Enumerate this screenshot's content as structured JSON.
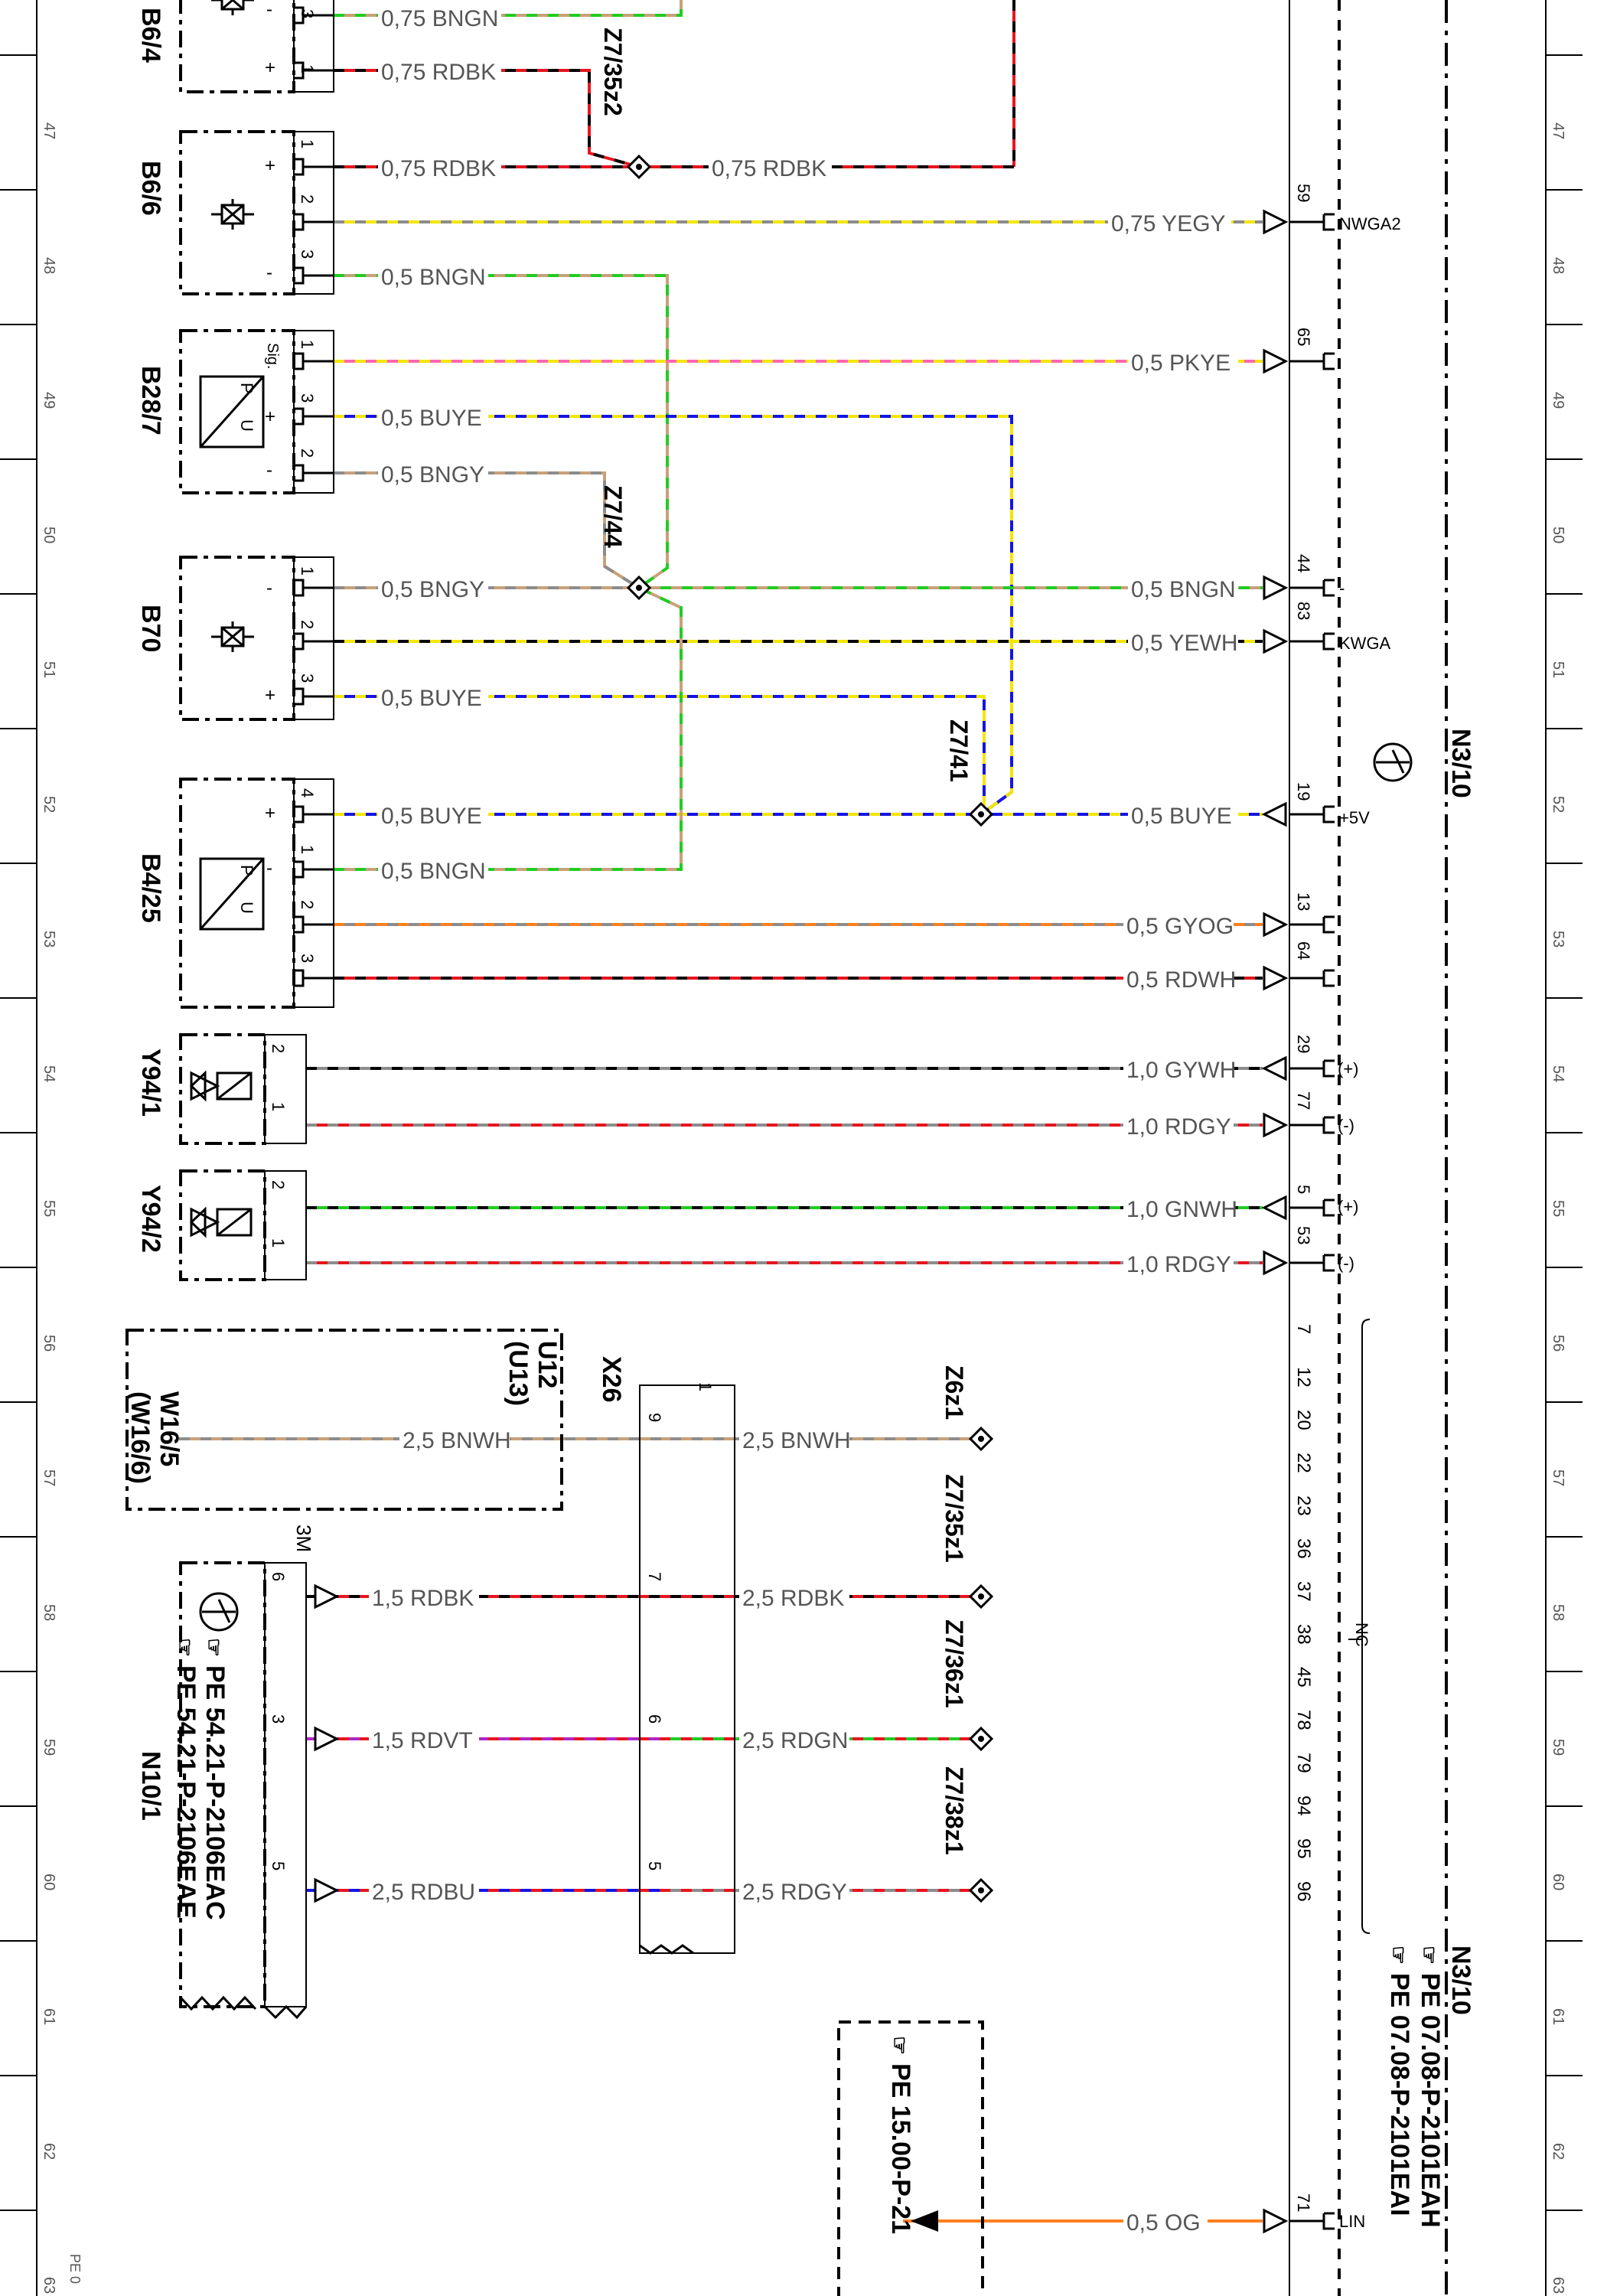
{
  "ruler_numbers": [
    "47",
    "48",
    "49",
    "50",
    "51",
    "52",
    "53",
    "54",
    "55",
    "56",
    "57",
    "58",
    "59",
    "60",
    "61",
    "62",
    "63"
  ],
  "footer_code": "PE 0",
  "colors": {
    "BN": "#c8a17a",
    "RD": "#e8141e",
    "BK": "#000000",
    "YE": "#f3e600",
    "GY": "#8c8c8c",
    "PK": "#ff66b3",
    "BU": "#1414e6",
    "GN": "#22cc22",
    "OG": "#ff7f1e",
    "WH": "#ffffff",
    "VT": "#b026c8"
  },
  "components": [
    {
      "id": "b64",
      "label": "B6/4"
    },
    {
      "id": "b66",
      "label": "B6/6"
    },
    {
      "id": "b287",
      "label": "B28/7"
    },
    {
      "id": "b70",
      "label": "B70"
    },
    {
      "id": "b425",
      "label": "B4/25"
    },
    {
      "id": "y941",
      "label": "Y94/1"
    },
    {
      "id": "y942",
      "label": "Y94/2"
    },
    {
      "id": "n101",
      "label": "N10/1"
    },
    {
      "id": "u12",
      "label": "U12"
    },
    {
      "id": "u13",
      "label": "(U13)"
    },
    {
      "id": "w165",
      "label": "W16/5"
    },
    {
      "id": "w166",
      "label": "(W16/6)"
    },
    {
      "id": "x26",
      "label": "X26"
    },
    {
      "id": "n310",
      "label": "N3/10"
    },
    {
      "id": "n310b",
      "label": "N3/10"
    }
  ],
  "refs": {
    "n101_a": "PE 54.21-P-2106EAC",
    "n101_b": "PE 54.21-P-2106EAE",
    "n310_a": "PE 07.08-P-2101EAH",
    "n310_b": "PE 07.08-P-2101EAI",
    "box": "PE 15.00-P-21"
  },
  "splices": [
    {
      "id": "z7_35z2",
      "label": "Z7/35z2"
    },
    {
      "id": "z7_44",
      "label": "Z7/44"
    },
    {
      "id": "z7_41",
      "label": "Z7/41"
    },
    {
      "id": "z6z1",
      "label": "Z6z1"
    },
    {
      "id": "z7_35z1",
      "label": "Z7/35z1"
    },
    {
      "id": "z7_36z1",
      "label": "Z7/36z1"
    },
    {
      "id": "z7_38z1",
      "label": "Z7/38z1"
    }
  ],
  "wires": [
    {
      "id": "w1",
      "label": "0,75 BNGN",
      "colors": [
        "BN",
        "GN"
      ]
    },
    {
      "id": "w2",
      "label": "0,75 RDBK",
      "colors": [
        "RD",
        "BK"
      ]
    },
    {
      "id": "w3",
      "label": "0,75 RDBK",
      "colors": [
        "RD",
        "BK"
      ]
    },
    {
      "id": "w3b",
      "label": "0,75 RDBK",
      "colors": [
        "RD",
        "BK"
      ]
    },
    {
      "id": "w4",
      "label": "0,75 YEGY",
      "colors": [
        "YE",
        "GY"
      ]
    },
    {
      "id": "w5",
      "label": "0,5 BNGN",
      "colors": [
        "BN",
        "GN"
      ]
    },
    {
      "id": "w6",
      "label": "0,5 PKYE",
      "colors": [
        "PK",
        "YE"
      ]
    },
    {
      "id": "w7",
      "label": "0,5 BUYE",
      "colors": [
        "BU",
        "YE"
      ]
    },
    {
      "id": "w8",
      "label": "0,5 BNGY",
      "colors": [
        "BN",
        "GY"
      ]
    },
    {
      "id": "w9",
      "label": "0,5 BNGY",
      "colors": [
        "BN",
        "GY"
      ]
    },
    {
      "id": "w9b",
      "label": "0,5 BNGN",
      "colors": [
        "BN",
        "GN"
      ]
    },
    {
      "id": "w10",
      "label": "0,5 YEWH",
      "colors": [
        "YE",
        "BK"
      ]
    },
    {
      "id": "w11",
      "label": "0,5 BUYE",
      "colors": [
        "BU",
        "YE"
      ]
    },
    {
      "id": "w12",
      "label": "0,5 BUYE",
      "colors": [
        "BU",
        "YE"
      ]
    },
    {
      "id": "w12b",
      "label": "0,5 BUYE",
      "colors": [
        "BU",
        "YE"
      ]
    },
    {
      "id": "w13",
      "label": "0,5 BNGN",
      "colors": [
        "BN",
        "GN"
      ]
    },
    {
      "id": "w14",
      "label": "0,5 GYOG",
      "colors": [
        "GY",
        "OG"
      ]
    },
    {
      "id": "w15",
      "label": "0,5 RDWH",
      "colors": [
        "RD",
        "BK"
      ]
    },
    {
      "id": "w16",
      "label": "1,0 GYWH",
      "colors": [
        "GY",
        "BK"
      ]
    },
    {
      "id": "w17",
      "label": "1,0 RDGY",
      "colors": [
        "RD",
        "GY"
      ]
    },
    {
      "id": "w18",
      "label": "1,0 GNWH",
      "colors": [
        "GN",
        "BK"
      ]
    },
    {
      "id": "w19",
      "label": "1,0 RDGY",
      "colors": [
        "RD",
        "GY"
      ]
    },
    {
      "id": "w20",
      "label": "2,5 BNWH",
      "colors": [
        "BN",
        "GY"
      ]
    },
    {
      "id": "w21",
      "label": "2,5 BNWH",
      "colors": [
        "BN",
        "GY"
      ]
    },
    {
      "id": "w22",
      "label": "1,5 RDBK",
      "colors": [
        "RD",
        "BK"
      ]
    },
    {
      "id": "w23",
      "label": "2,5 RDBK",
      "colors": [
        "RD",
        "BK"
      ]
    },
    {
      "id": "w24",
      "label": "1,5 RDVT",
      "colors": [
        "RD",
        "VT"
      ]
    },
    {
      "id": "w25",
      "label": "2,5 RDGN",
      "colors": [
        "RD",
        "GN"
      ]
    },
    {
      "id": "w26",
      "label": "2,5 RDBU",
      "colors": [
        "RD",
        "BU"
      ]
    },
    {
      "id": "w27",
      "label": "2,5 RDGY",
      "colors": [
        "RD",
        "GY"
      ]
    },
    {
      "id": "w28",
      "label": "0,5 OG",
      "colors": [
        "OG",
        "OG"
      ]
    }
  ],
  "pins": {
    "b64_3": "3",
    "b64_1": "1",
    "b66_1": "1",
    "b66_2": "2",
    "b66_3": "3",
    "b287_1": "1",
    "b287_3": "3",
    "b287_2": "2",
    "b70_1": "1",
    "b70_2": "2",
    "b70_3": "3",
    "b425_4": "4",
    "b425_1": "1",
    "b425_2": "2",
    "b425_3": "3",
    "y941_2": "2",
    "y941_1": "1",
    "y942_2": "2",
    "y942_1": "1",
    "n101_6": "6",
    "n101_3": "3",
    "n101_5": "5",
    "x26_9": "9",
    "x26_7": "7",
    "x26_6": "6",
    "x26_5": "5",
    "x26_1": "1",
    "n_59": "59",
    "n_65": "65",
    "n_44": "44",
    "n_83": "83",
    "n_19": "19",
    "n_13": "13",
    "n_64": "64",
    "n_29": "29",
    "n_77": "77",
    "n_5": "5",
    "n_53": "53",
    "n_71": "71"
  },
  "polarity": {
    "b64_minus": "-",
    "b64_plus": "+",
    "b66_plus": "+",
    "b66_mid": "2",
    "b66_minus": "-",
    "b287_sig": "Sig.",
    "b287_plus": "+",
    "b287_minus": "-",
    "b70_minus": "-",
    "b70_plus": "+",
    "b425_plus": "+",
    "b425_minus": "-"
  },
  "pin_funcs": {
    "nwga2": "NWGA2",
    "kwga": "KWGA",
    "plus5v": "+5V",
    "plus1": "(+)",
    "minus1": "(-)",
    "plus2": "(+)",
    "minus2": "(-)",
    "lin": "LIN",
    "dash": "-",
    "nc": "NC",
    "m3": "3M"
  },
  "nc_pins": [
    "7",
    "12",
    "20",
    "22",
    "23",
    "36",
    "37",
    "38",
    "45",
    "78",
    "79",
    "94",
    "95",
    "96"
  ],
  "sensor_text": {
    "p": "P",
    "u": "U",
    "p2": "P",
    "u2": "U"
  }
}
